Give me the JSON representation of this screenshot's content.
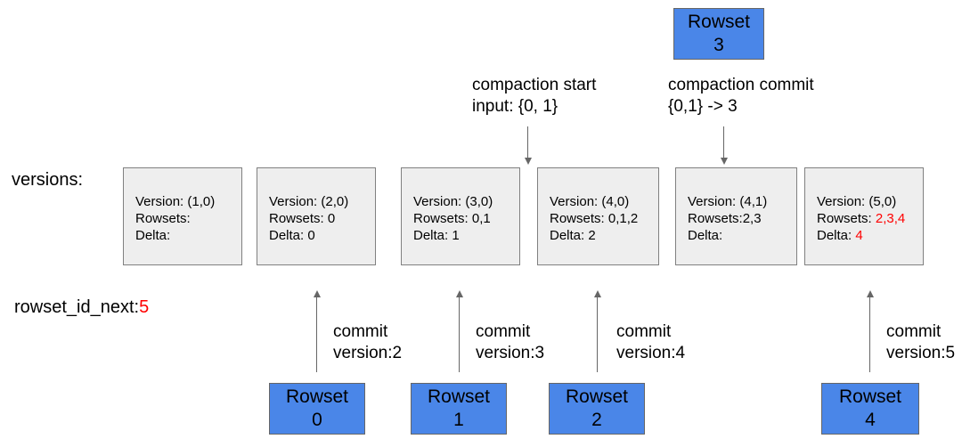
{
  "colors": {
    "rowset_blue": "#4a86e8",
    "highlight_red": "#ff0000",
    "version_box_gray": "#eeeeee",
    "arrow_gray": "#666666"
  },
  "labels": {
    "versions": "versions:",
    "rowset_id_next_label": "rowset_id_next:",
    "rowset_id_next_value": "5"
  },
  "annotations": {
    "compaction_start": {
      "line1": "compaction start",
      "line2": "input: {0, 1}"
    },
    "compaction_commit": {
      "line1": "compaction commit",
      "line2": "{0,1} -> 3"
    }
  },
  "version_boxes": [
    {
      "version": "Version: (1,0)",
      "rowsets_label": "Rowsets:",
      "rowsets_value": "",
      "delta_label": "Delta:",
      "delta_value": ""
    },
    {
      "version": "Version: (2,0)",
      "rowsets_label": "Rowsets:",
      "rowsets_value": " 0",
      "delta_label": "Delta:",
      "delta_value": " 0"
    },
    {
      "version": "Version: (3,0)",
      "rowsets_label": "Rowsets:",
      "rowsets_value": " 0,1",
      "delta_label": "Delta:",
      "delta_value": " 1"
    },
    {
      "version": "Version: (4,0)",
      "rowsets_label": "Rowsets:",
      "rowsets_value": " 0,1,2",
      "delta_label": "Delta:",
      "delta_value": " 2"
    },
    {
      "version": "Version: (4,1)",
      "rowsets_label": "Rowsets:",
      "rowsets_value": "2,3",
      "delta_label": "Delta:",
      "delta_value": ""
    },
    {
      "version": "Version: (5,0)",
      "rowsets_label": "Rowsets:",
      "rowsets_value": " 2,3,4",
      "delta_label": "Delta:",
      "delta_value": " 4"
    }
  ],
  "commit_labels": [
    {
      "line1": "commit",
      "line2": "version:2"
    },
    {
      "line1": "commit",
      "line2": "version:3"
    },
    {
      "line1": "commit",
      "line2": "version:4"
    },
    {
      "line1": "commit",
      "line2": "version:5"
    }
  ],
  "rowsets": {
    "top": {
      "title": "Rowset",
      "id": "3"
    },
    "bottom": [
      {
        "title": "Rowset",
        "id": "0"
      },
      {
        "title": "Rowset",
        "id": "1"
      },
      {
        "title": "Rowset",
        "id": "2"
      },
      {
        "title": "Rowset",
        "id": "4"
      }
    ]
  }
}
